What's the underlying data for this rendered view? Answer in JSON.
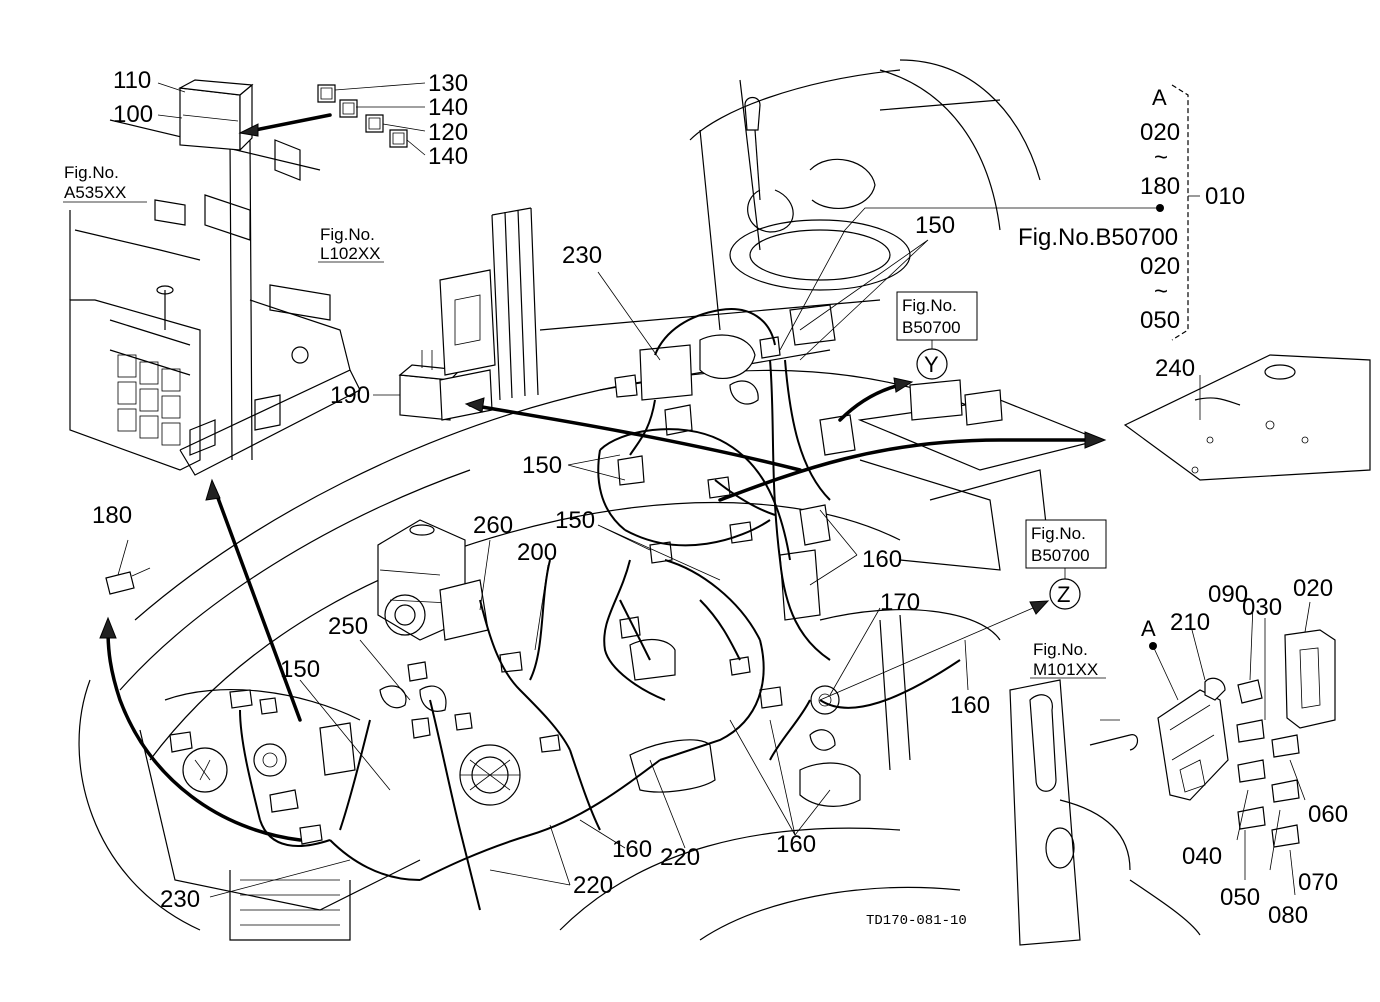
{
  "callouts": {
    "c110": "110",
    "c100": "100",
    "c130": "130",
    "c140a": "140",
    "c120": "120",
    "c140b": "140",
    "c230a": "230",
    "c150a": "150",
    "c010": "010",
    "c240": "240",
    "c190": "190",
    "c150b": "150",
    "c150c": "150",
    "c260": "260",
    "c200": "200",
    "c160a": "160",
    "c180": "180",
    "c170": "170",
    "c250": "250",
    "c150d": "150",
    "c160b": "160",
    "c210": "210",
    "c090": "090",
    "c030": "030",
    "c020": "020",
    "c060": "060",
    "c040": "040",
    "c070": "070",
    "c050": "050",
    "c080": "080",
    "c160c": "160",
    "c220a": "220",
    "c160d": "160",
    "c220b": "220",
    "c230b": "230"
  },
  "refs": {
    "a535_line1": "Fig.No.",
    "a535_line2": "A535XX",
    "l102_line1": "Fig.No.",
    "l102_line2": "L102XX",
    "b507y_line1": "Fig.No.",
    "b507y_line2": "B50700",
    "b507z_line1": "Fig.No.",
    "b507z_line2": "B50700",
    "m101_line1": "Fig.No.",
    "m101_line2": "M101XX"
  },
  "range": {
    "letter": "A",
    "start1": "020",
    "tilde1": "~",
    "end1": "180",
    "fig": "Fig.No.B50700",
    "start2": "020",
    "tilde2": "~",
    "end2": "050"
  },
  "markers": {
    "y": "Y",
    "z": "Z",
    "a_detail": "A"
  },
  "drawing_code": "TD170-081-10"
}
